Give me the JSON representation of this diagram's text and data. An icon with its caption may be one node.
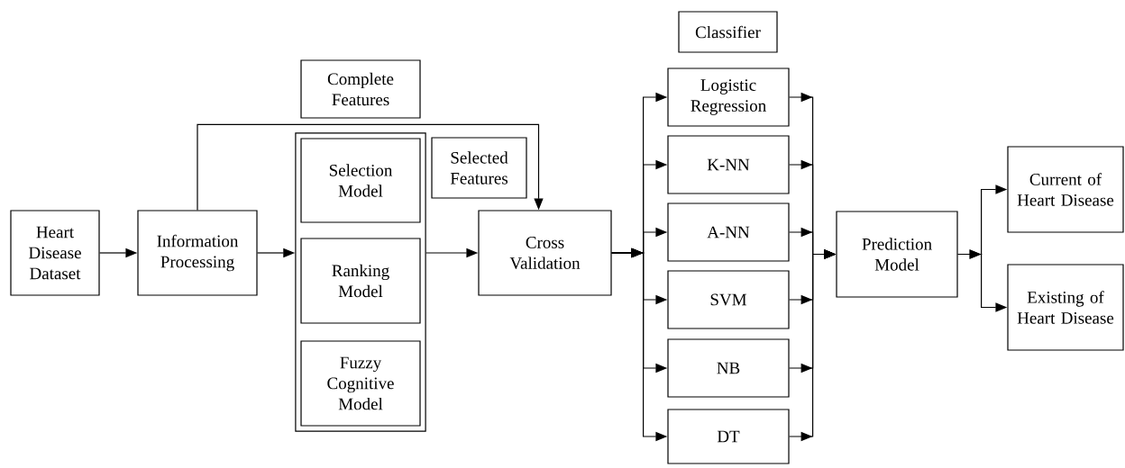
{
  "diagram": {
    "nodes": [
      {
        "text": [
          "Heart Disease Dataset"
        ]
      },
      {
        "text": [
          "Information Processing"
        ]
      },
      {
        "text": [],
        "shape": "box"
      },
      {
        "text": [
          "Selection Model"
        ],
        "in": 2
      },
      {
        "text": [
          "Ranking Model"
        ],
        "in": 2
      },
      {
        "text": [
          "Fuzzy Cognitive Model"
        ],
        "in": 2
      },
      {
        "text": [
          "Complete Features"
        ]
      },
      {
        "text": [
          "Selected Features"
        ]
      },
      {
        "text": [
          "Cross Validation"
        ]
      },
      {
        "text": [
          "Classifier"
        ]
      },
      {
        "text": [
          "Logistic Regression"
        ]
      },
      {
        "text": [
          "K-NN"
        ]
      },
      {
        "text": [
          "A-NN"
        ]
      },
      {
        "text": [
          "SVM"
        ]
      },
      {
        "text": [
          "NB"
        ]
      },
      {
        "text": [
          "DT"
        ]
      },
      {
        "text": [
          "Prediction Model"
        ]
      },
      {
        "text": [
          "Current of Heart Disease"
        ]
      },
      {
        "text": [
          "Existing of Heart Disease"
        ]
      }
    ],
    "edges": [
      {
        "from": 0,
        "to": 1,
        "arrow": "to"
      },
      {
        "from": 1,
        "to": 2,
        "arrow": "to"
      },
      {
        "from": 2,
        "to": 8,
        "arrow": "to"
      },
      {
        "from": 1,
        "to": 8,
        "arrow": "to"
      },
      {
        "from": 8,
        "to": 10,
        "arrow": "to"
      },
      {
        "from": 8,
        "to": 11,
        "arrow": "to"
      },
      {
        "from": 8,
        "to": 12,
        "arrow": "to"
      },
      {
        "from": 8,
        "to": 13,
        "arrow": "to"
      },
      {
        "from": 8,
        "to": 14,
        "arrow": "to"
      },
      {
        "from": 8,
        "to": 15,
        "arrow": "to"
      },
      {
        "from": 10,
        "to": 16,
        "arrow": "to"
      },
      {
        "from": 11,
        "to": 16,
        "arrow": "to"
      },
      {
        "from": 12,
        "to": 16,
        "arrow": "to"
      },
      {
        "from": 13,
        "to": 16,
        "arrow": "to"
      },
      {
        "from": 14,
        "to": 16,
        "arrow": "to"
      },
      {
        "from": 15,
        "to": 16,
        "arrow": "to"
      },
      {
        "from": 16,
        "to": 17,
        "arrow": "to"
      },
      {
        "from": 16,
        "to": 18,
        "arrow": "to"
      }
    ]
  }
}
